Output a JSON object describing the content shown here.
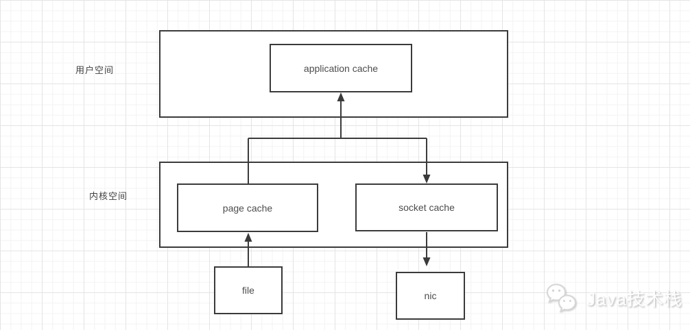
{
  "diagram": {
    "side_labels": {
      "user_space": "用户空间",
      "kernel_space": "内核空间"
    },
    "nodes": {
      "application_cache": {
        "label": "application cache"
      },
      "page_cache": {
        "label": "page cache"
      },
      "socket_cache": {
        "label": "socket cache"
      },
      "file": {
        "label": "file"
      },
      "nic": {
        "label": "nic"
      }
    },
    "edges": [
      {
        "from": "page cache / socket cache junction",
        "to": "application cache",
        "arrowhead": "up into application cache"
      },
      {
        "from": "junction",
        "to": "page cache",
        "arrowhead": "none"
      },
      {
        "from": "junction",
        "to": "socket cache",
        "arrowhead": "down into socket cache"
      },
      {
        "from": "file",
        "to": "page cache",
        "arrowhead": "up into page cache"
      },
      {
        "from": "socket cache",
        "to": "nic",
        "arrowhead": "down toward nic"
      }
    ]
  },
  "watermark": {
    "icon": "wechat-icon",
    "text": "Java技术栈"
  },
  "colors": {
    "stroke": "#3a3a3a",
    "label_text": "#3f3f3f",
    "node_text": "#4c4c4c",
    "grid_minor": "#f3f3f3",
    "grid_major": "#e4e4e4",
    "background": "#ffffff",
    "watermark": "#cccccc"
  }
}
